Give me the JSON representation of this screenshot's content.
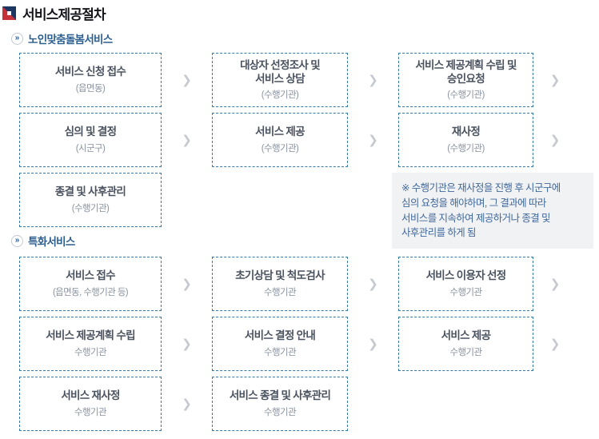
{
  "page": {
    "title": "서비스제공절차"
  },
  "icons": {
    "section_bullet": "»",
    "arrow": "❯"
  },
  "colors": {
    "title_icon_red": "#c63239",
    "title_icon_navy": "#1c3561",
    "box_border_blue": "#3779a8",
    "heading_navy": "#2d6090",
    "box_title_text": "#4a525f",
    "box_sub_text": "#8a93a0",
    "arrow_gray": "#c6cad0",
    "note_background": "#f1f2f4",
    "note_text": "#41689a"
  },
  "sections": [
    {
      "heading": "노인맞춤돌봄서비스",
      "rows": [
        [
          {
            "title": "서비스 신청 접수",
            "sub": "(읍면동)"
          },
          {
            "title": "대상자 선정조사 및\n서비스 상담",
            "sub": "(수행기관)"
          },
          {
            "title": "서비스 제공계획 수립 및\n승인요청",
            "sub": "(수행기관)"
          }
        ],
        [
          {
            "title": "심의 및 결정",
            "sub": "(시군구)"
          },
          {
            "title": "서비스 제공",
            "sub": "(수행기관)"
          },
          {
            "title": "재사정",
            "sub": "(수행기관)"
          }
        ],
        [
          {
            "title": "종결 및 사후관리",
            "sub": "(수행기관)"
          }
        ]
      ],
      "note": "※ 수행기관은 재사정을 진행 후 시군구에\n심의 요청을 해야하며, 그 결과에 따라\n서비스를 지속하여 제공하거나 종결 및\n사후관리를 하게 됨"
    },
    {
      "heading": "특화서비스",
      "rows": [
        [
          {
            "title": "서비스 접수",
            "sub": "(읍면동, 수행기관 등)"
          },
          {
            "title": "초기상담 및 척도검사",
            "sub": "수행기관"
          },
          {
            "title": "서비스 이용자 선정",
            "sub": "수행기관"
          }
        ],
        [
          {
            "title": "서비스 제공계획 수립",
            "sub": "수행기관"
          },
          {
            "title": "서비스 결정 안내",
            "sub": "수행기관"
          },
          {
            "title": "서비스 제공",
            "sub": "수행기관"
          }
        ],
        [
          {
            "title": "서비스 재사정",
            "sub": "수행기관"
          },
          {
            "title": "서비스 종결 및 사후관리",
            "sub": "수행기관"
          }
        ]
      ]
    }
  ]
}
